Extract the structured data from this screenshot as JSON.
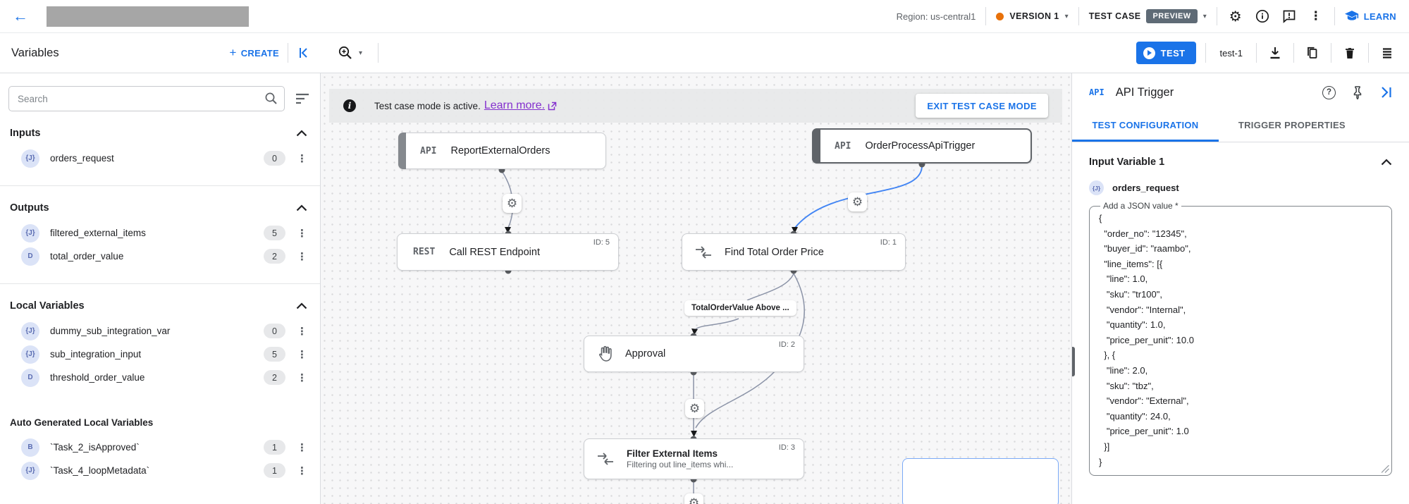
{
  "topbar": {
    "region_label": "Region: us-central1",
    "version_label": "VERSION 1",
    "test_case_label": "TEST CASE",
    "preview_badge": "PREVIEW",
    "learn_label": "LEARN"
  },
  "toolbar": {
    "panel_title": "Variables",
    "create_label": "CREATE",
    "test_label": "TEST",
    "test_case_name": "test-1"
  },
  "sidebar": {
    "search_placeholder": "Search",
    "sections": [
      {
        "title": "Inputs",
        "items": [
          {
            "type": "{J}",
            "name": "orders_request",
            "count": "0"
          }
        ]
      },
      {
        "title": "Outputs",
        "items": [
          {
            "type": "{J}",
            "name": "filtered_external_items",
            "count": "5"
          },
          {
            "type": "D",
            "name": "total_order_value",
            "count": "2"
          }
        ]
      },
      {
        "title": "Local Variables",
        "items": [
          {
            "type": "{J}",
            "name": "dummy_sub_integration_var",
            "count": "0"
          },
          {
            "type": "{J}",
            "name": "sub_integration_input",
            "count": "5"
          },
          {
            "type": "D",
            "name": "threshold_order_value",
            "count": "2"
          }
        ]
      },
      {
        "title": "Auto Generated Local Variables",
        "items": [
          {
            "type": "B",
            "name": "`Task_2_isApproved`",
            "count": "1"
          },
          {
            "type": "{J}",
            "name": "`Task_4_loopMetadata`",
            "count": "1"
          }
        ]
      }
    ]
  },
  "canvas": {
    "banner": {
      "text": "Test case mode is active.",
      "link": "Learn more.",
      "exit_button": "EXIT TEST CASE MODE"
    },
    "nodes": {
      "report": {
        "tag": "API",
        "title": "ReportExternalOrders"
      },
      "trigger": {
        "tag": "API",
        "title": "OrderProcessApiTrigger"
      },
      "rest": {
        "tag": "REST",
        "title": "Call REST Endpoint",
        "id": "ID: 5"
      },
      "find": {
        "title": "Find Total Order Price",
        "id": "ID: 1"
      },
      "approval": {
        "title": "Approval",
        "id": "ID: 2"
      },
      "filter": {
        "title": "Filter External Items",
        "subtitle": "Filtering out line_items whi...",
        "id": "ID: 3"
      }
    },
    "edge_label": "TotalOrderValue Above ..."
  },
  "panel": {
    "tag": "API",
    "title": "API Trigger",
    "tabs": [
      {
        "label": "TEST CONFIGURATION"
      },
      {
        "label": "TRIGGER PROPERTIES"
      }
    ],
    "section_title": "Input Variable 1",
    "variable": {
      "type": "{J}",
      "name": "orders_request"
    },
    "field_label": "Add a JSON value *",
    "json_value": "{\n  \"order_no\": \"12345\",\n  \"buyer_id\": \"raambo\",\n  \"line_items\": [{\n   \"line\": 1.0,\n   \"sku\": \"tr100\",\n   \"vendor\": \"Internal\",\n   \"quantity\": 1.0,\n   \"price_per_unit\": 10.0\n  }, {\n   \"line\": 2.0,\n   \"sku\": \"tbz\",\n   \"vendor\": \"External\",\n   \"quantity\": 24.0,\n   \"price_per_unit\": 1.0\n  }]\n}"
  },
  "colors": {
    "accent_blue": "#1a73e8",
    "edge_blue": "#4285f4",
    "version_dot_orange": "#e8710a",
    "preview_badge_bg": "#5f6b76",
    "link_purple": "#8430ce"
  }
}
